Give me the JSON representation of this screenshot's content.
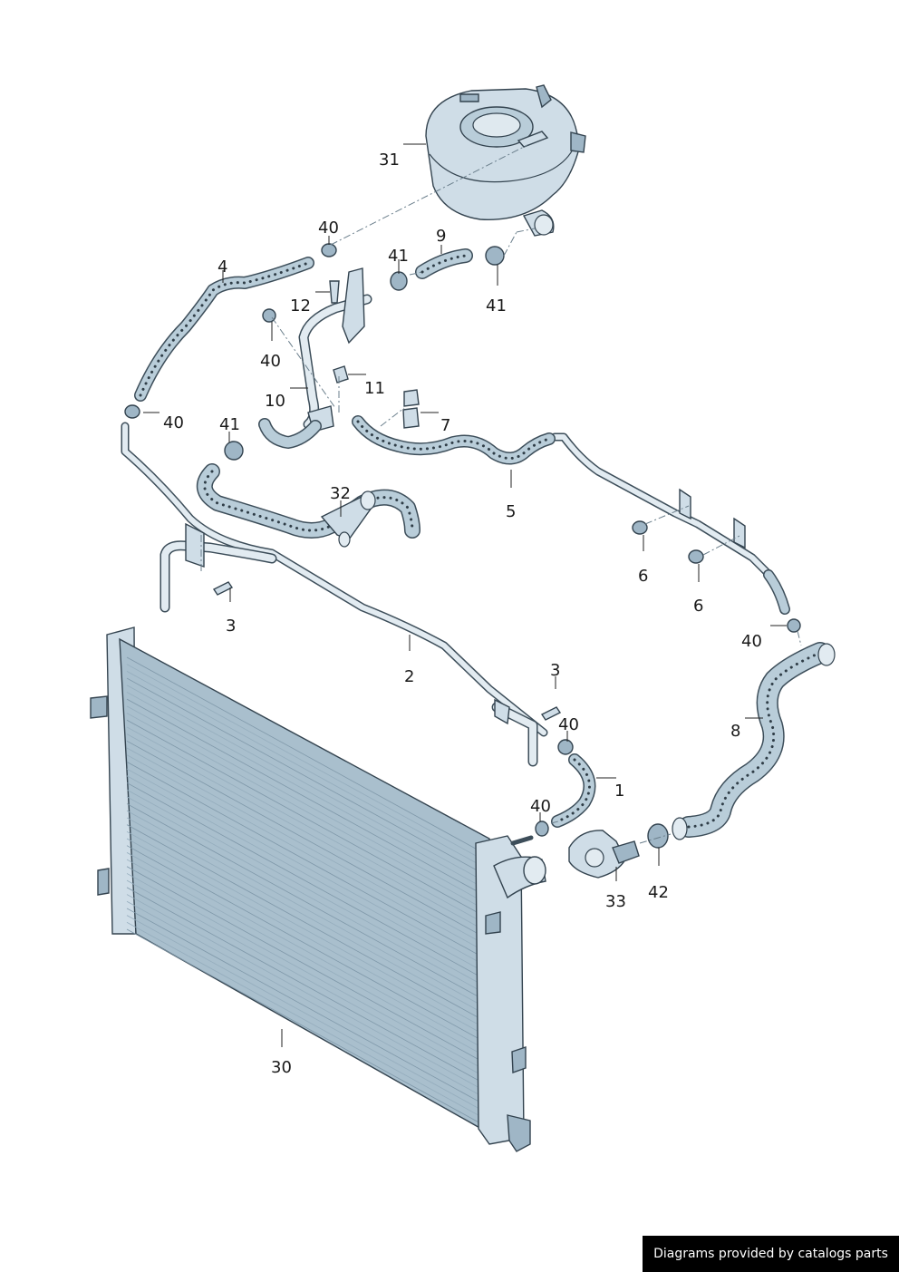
{
  "callouts": [
    {
      "id": "31",
      "label": "31"
    },
    {
      "id": "40a",
      "label": "40"
    },
    {
      "id": "9",
      "label": "9"
    },
    {
      "id": "41a",
      "label": "41"
    },
    {
      "id": "41b",
      "label": "41"
    },
    {
      "id": "4",
      "label": "4"
    },
    {
      "id": "12",
      "label": "12"
    },
    {
      "id": "40b",
      "label": "40"
    },
    {
      "id": "11",
      "label": "11"
    },
    {
      "id": "10",
      "label": "10"
    },
    {
      "id": "40c",
      "label": "40"
    },
    {
      "id": "41c",
      "label": "41"
    },
    {
      "id": "7",
      "label": "7"
    },
    {
      "id": "5",
      "label": "5"
    },
    {
      "id": "32",
      "label": "32"
    },
    {
      "id": "6a",
      "label": "6"
    },
    {
      "id": "6b",
      "label": "6"
    },
    {
      "id": "3a",
      "label": "3"
    },
    {
      "id": "40d",
      "label": "40"
    },
    {
      "id": "2",
      "label": "2"
    },
    {
      "id": "3b",
      "label": "3"
    },
    {
      "id": "40e",
      "label": "40"
    },
    {
      "id": "8",
      "label": "8"
    },
    {
      "id": "1",
      "label": "1"
    },
    {
      "id": "40f",
      "label": "40"
    },
    {
      "id": "33",
      "label": "33"
    },
    {
      "id": "42",
      "label": "42"
    },
    {
      "id": "30",
      "label": "30"
    }
  ],
  "credit": "Diagrams provided by catalogs parts",
  "colors": {
    "part_fill": "#cfdde7",
    "hose_fill": "#b9cdd9",
    "outline": "#33434f",
    "credit_bg": "#000000"
  }
}
